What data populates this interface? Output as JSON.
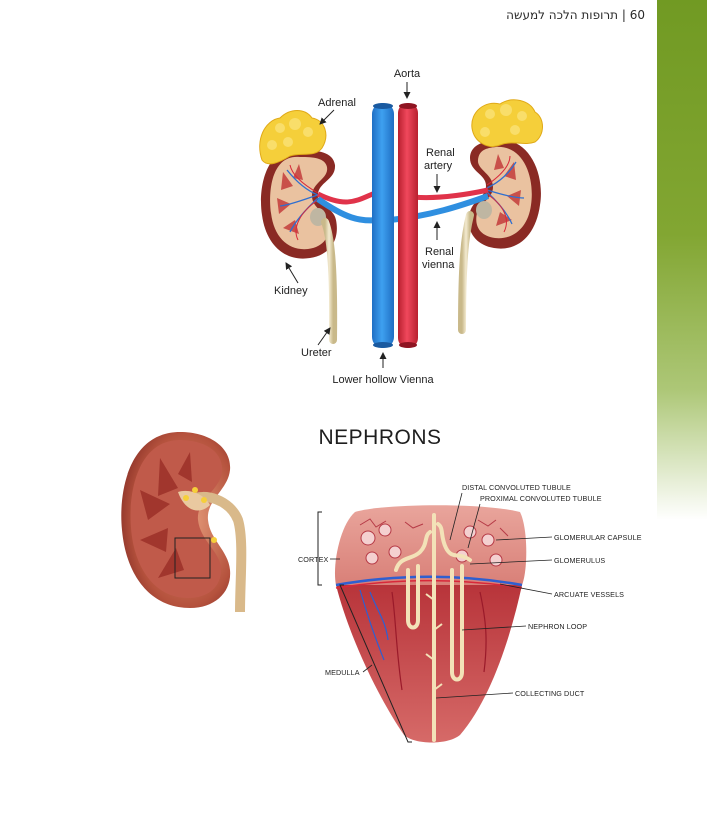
{
  "header": {
    "page_number": "60",
    "separator": "|",
    "book_title": "תרופות הלכה למעשה"
  },
  "kidney_diagram": {
    "labels": {
      "aorta": "Aorta",
      "adrenal": "Adrenal",
      "renal_artery_1": "Renal",
      "renal_artery_2": "artery",
      "renal_vienna_1": "Renal",
      "renal_vienna_2": "vienna",
      "kidney": "Kidney",
      "ureter": "Ureter",
      "lower_hollow_vienna": "Lower hollow Vienna"
    }
  },
  "nephron_diagram": {
    "title": "NEPHRONS",
    "labels": {
      "distal": "DISTAL CONVOLUTED TUBULE",
      "proximal": "PROXIMAL CONVOLUTED TUBULE",
      "glomerular_capsule": "GLOMERULAR CAPSULE",
      "glomerulus": "GLOMERULUS",
      "arcuate_vessels": "ARCUATE VESSELS",
      "nephron_loop": "NEPHRON LOOP",
      "collecting_duct": "COLLECTING DUCT",
      "cortex": "CORTEX",
      "medulla": "MEDULLA"
    }
  },
  "colors": {
    "vein_blue": "#2f8fe0",
    "artery_red": "#e0334a",
    "adrenal_yellow": "#f5cf3a",
    "kidney_brown": "#8a2a24",
    "sidebar_green": "#719a23"
  }
}
